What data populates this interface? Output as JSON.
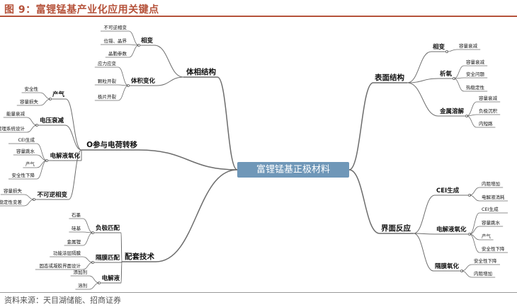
{
  "header": {
    "title": "图 9：富锂锰基产业化应用关键点"
  },
  "footer": {
    "source": "资料来源：天目湖储能、招商证券"
  },
  "mindmap": {
    "center": "富锂锰基正极材料",
    "left": [
      {
        "label": "体相结构",
        "children": [
          {
            "label": "相变",
            "children": [
              "不可逆相变",
              "位错、晶界",
              "晶胞参数"
            ]
          },
          {
            "label": "体积变化",
            "children": [
              "应力应变",
              "颗粒开裂",
              "极片开裂"
            ]
          }
        ]
      },
      {
        "label": "O参与电荷转移",
        "children": [
          {
            "label": "产气",
            "children": [
              "安全性",
              "容量损失"
            ]
          },
          {
            "label": "电压衰减",
            "children": [
              "能量衰减",
              "电池管理系统设计"
            ]
          },
          {
            "label": "电解液氧化",
            "children": [
              "CEI生成",
              "容量跳水",
              "产气",
              "安全性下降"
            ]
          },
          {
            "label": "不可逆相变",
            "children": [
              "容量损失",
              "热稳定性变差"
            ]
          }
        ]
      },
      {
        "label": "配套技术",
        "children": [
          {
            "label": "负极匹配",
            "children": [
              "石墨",
              "硅基",
              "金属锂"
            ]
          },
          {
            "label": "隔膜匹配",
            "children": [
              "功能涂层隔膜",
              "固态或凝胶界面设计"
            ]
          },
          {
            "label": "电解液",
            "children": [
              "添加剂",
              "溶剂"
            ]
          }
        ]
      }
    ],
    "right": [
      {
        "label": "表面结构",
        "children": [
          {
            "label": "相变",
            "children": [
              "容量衰减"
            ]
          },
          {
            "label": "析氧",
            "children": [
              "容量衰减",
              "安全问题",
              "热稳定性"
            ]
          },
          {
            "label": "金属溶解",
            "children": [
              "容量衰减",
              "负极沉积",
              "内短路"
            ]
          }
        ]
      },
      {
        "label": "界面反应",
        "children": [
          {
            "label": "CEI生成",
            "children": [
              "内阻增加",
              "电解液消耗"
            ]
          },
          {
            "label": "电解液氧化",
            "children": [
              "CEI生成",
              "容量跳水",
              "产气",
              "安全性下降"
            ]
          },
          {
            "label": "隔膜氧化",
            "children": [
              "安全性下降",
              "内阻增加"
            ]
          }
        ]
      }
    ]
  }
}
